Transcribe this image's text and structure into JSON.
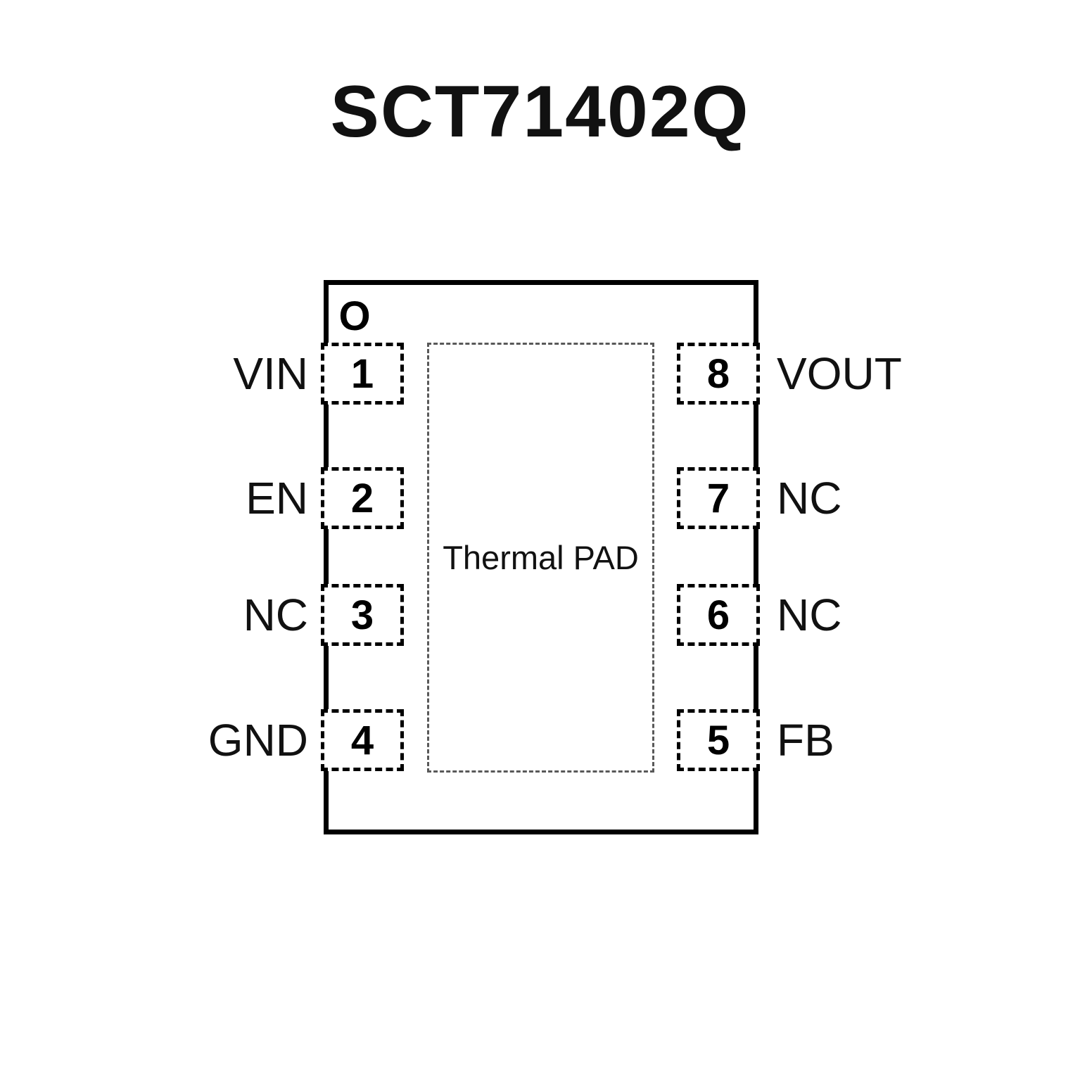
{
  "title": "SCT71402Q",
  "pin1_indicator": "O",
  "thermal_pad_label": "Thermal PAD",
  "pins": {
    "left": [
      {
        "number": "1",
        "label": "VIN"
      },
      {
        "number": "2",
        "label": "EN"
      },
      {
        "number": "3",
        "label": "NC"
      },
      {
        "number": "4",
        "label": "GND"
      }
    ],
    "right": [
      {
        "number": "8",
        "label": "VOUT"
      },
      {
        "number": "7",
        "label": "NC"
      },
      {
        "number": "6",
        "label": "NC"
      },
      {
        "number": "5",
        "label": "FB"
      }
    ]
  },
  "colors": {
    "line": "#000000",
    "thermal_pad_border": "#595959",
    "background": "#ffffff"
  }
}
